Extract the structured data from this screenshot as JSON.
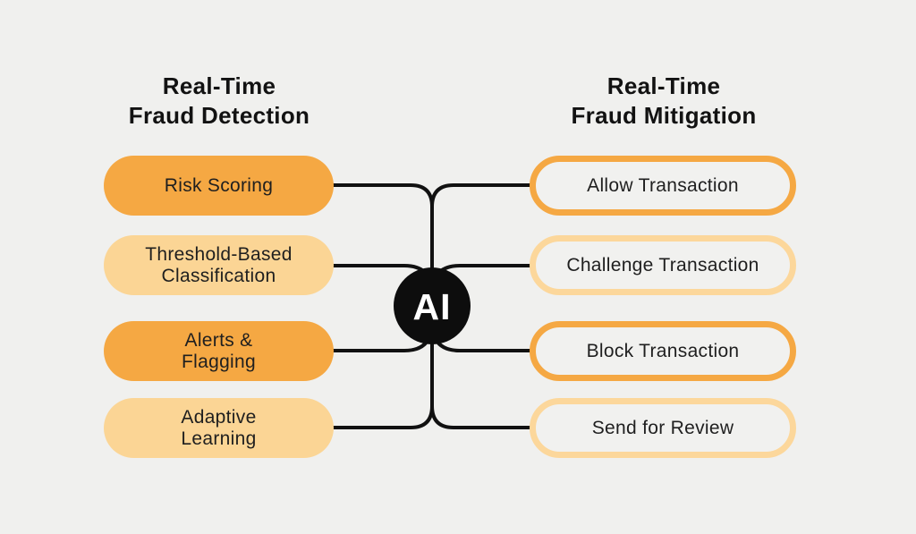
{
  "colors": {
    "background": "#f0f0ee",
    "accent_strong": "#f5a843",
    "accent_light": "#fcd79b",
    "line": "#111111",
    "pill_text": "#1f1f1f",
    "heading_text": "#121212",
    "center_node_bg": "#0d0d0d",
    "center_node_text": "#ffffff"
  },
  "detection": {
    "heading": "Real-Time\nFraud Detection",
    "items": [
      {
        "label": "Risk Scoring",
        "tone": "strong"
      },
      {
        "label": "Threshold-Based\nClassification",
        "tone": "light"
      },
      {
        "label": "Alerts &\nFlagging",
        "tone": "strong"
      },
      {
        "label": "Adaptive\nLearning",
        "tone": "light"
      }
    ]
  },
  "mitigation": {
    "heading": "Real-Time\nFraud Mitigation",
    "items": [
      {
        "label": "Allow Transaction",
        "tone": "strong"
      },
      {
        "label": "Challenge Transaction",
        "tone": "light"
      },
      {
        "label": "Block Transaction",
        "tone": "strong"
      },
      {
        "label": "Send for Review",
        "tone": "light"
      }
    ]
  },
  "center": {
    "label": "AI"
  }
}
